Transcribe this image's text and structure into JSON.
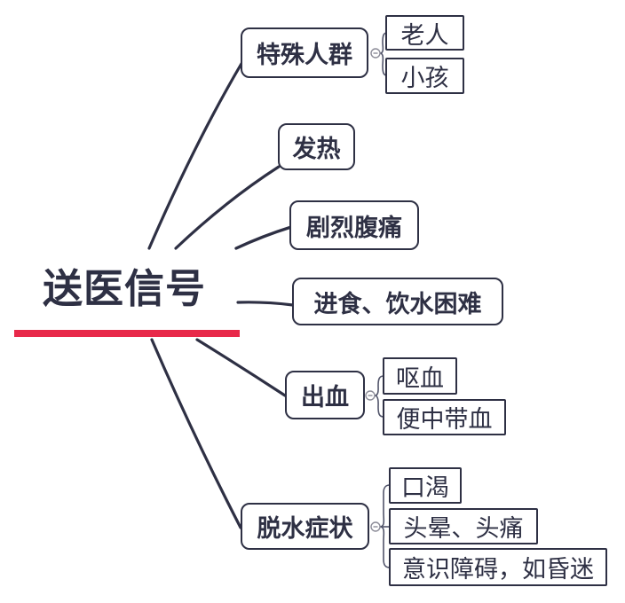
{
  "colors": {
    "ink": "#2e3044",
    "underline_red": "#e8294a",
    "collapse_gray": "#8d8d99",
    "bracket_line": "#51546a"
  },
  "root": {
    "label": "送医信号"
  },
  "branches": [
    {
      "label": "特殊人群",
      "children": [
        {
          "label": "老人"
        },
        {
          "label": "小孩"
        }
      ]
    },
    {
      "label": "发热",
      "children": []
    },
    {
      "label": "剧烈腹痛",
      "children": []
    },
    {
      "label": "进食、饮水困难",
      "children": []
    },
    {
      "label": "出血",
      "children": [
        {
          "label": "呕血"
        },
        {
          "label": "便中带血"
        }
      ]
    },
    {
      "label": "脱水症状",
      "children": [
        {
          "label": "口渴"
        },
        {
          "label": "头晕、头痛"
        },
        {
          "label": "意识障碍，如昏迷"
        }
      ]
    }
  ],
  "icons": {
    "collapse": "minus"
  }
}
